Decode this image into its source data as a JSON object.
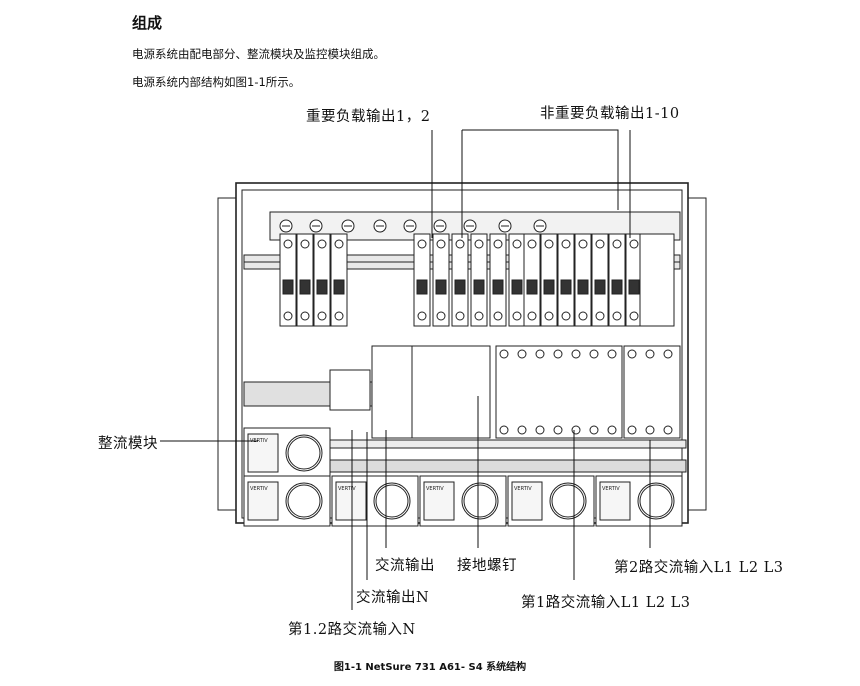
{
  "heading": "组成",
  "paragraphs": [
    "电源系统由配电部分、整流模块及监控模块组成。",
    "电源系统内部结构如图1-1所示。"
  ],
  "labels": {
    "important_load": "重要负载输出1，2",
    "nonimportant_load": "非重要负载输出1-10",
    "rectifier": "整流模块",
    "ac_out": "交流输出",
    "ground_screw": "接地螺钉",
    "ac_in2": "第2路交流输入L1  L2  L3",
    "ac_out_n": "交流输出N",
    "ac_in1": "第1路交流输入L1  L2  L3",
    "ac_in12_n": "第1.2路交流输入N"
  },
  "module_brand": "VERTIV",
  "module_count": 6,
  "caption": "图1-1   NetSure 731 A61- S4 系统结构"
}
